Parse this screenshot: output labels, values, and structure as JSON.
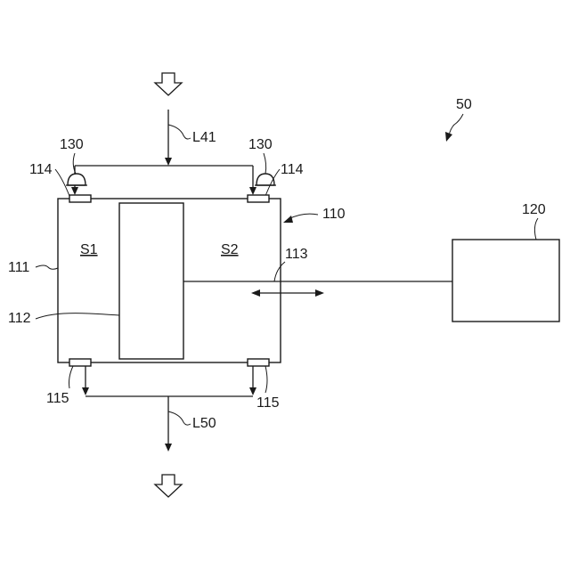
{
  "labels": {
    "system": "50",
    "chamber": "110",
    "controller": "120",
    "inlet_line": "L41",
    "outlet_line": "L50",
    "wall_left": "111",
    "membrane": "112",
    "drive_shaft": "113",
    "inlet_port_left": "114",
    "inlet_port_right": "114",
    "outlet_port_left": "115",
    "outlet_port_right": "115",
    "valve_left": "130",
    "valve_right": "130",
    "space_left": "S1",
    "space_right": "S2"
  }
}
